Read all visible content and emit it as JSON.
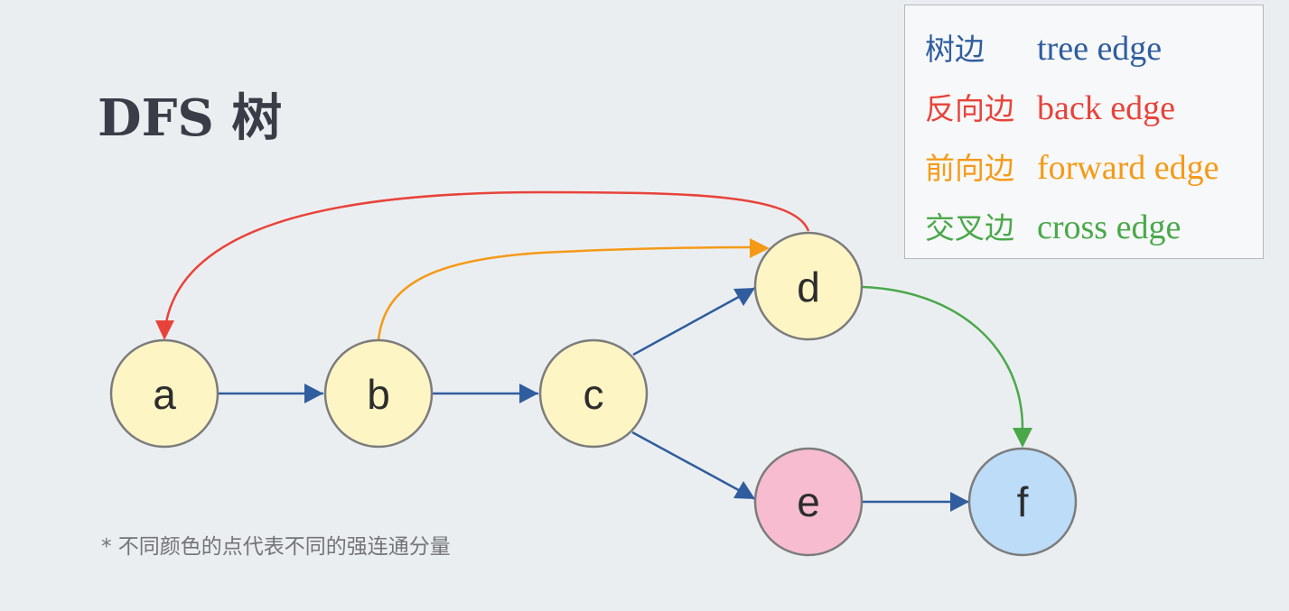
{
  "title": "DFS 树",
  "legend": [
    {
      "zh": "树边",
      "en": "tree edge",
      "color": "#2f5d9e"
    },
    {
      "zh": "反向边",
      "en": "back edge",
      "color": "#e8433a"
    },
    {
      "zh": "前向边",
      "en": "forward edge",
      "color": "#f59a16"
    },
    {
      "zh": "交叉边",
      "en": "cross edge",
      "color": "#4aa84a"
    }
  ],
  "footnote": "* 不同颜色的点代表不同的强连通分量",
  "nodes": [
    {
      "id": "a",
      "label": "a",
      "fill": "#fdf5c4"
    },
    {
      "id": "b",
      "label": "b",
      "fill": "#fdf5c4"
    },
    {
      "id": "c",
      "label": "c",
      "fill": "#fdf5c4"
    },
    {
      "id": "d",
      "label": "d",
      "fill": "#fdf5c4"
    },
    {
      "id": "e",
      "label": "e",
      "fill": "#f7bcd0"
    },
    {
      "id": "f",
      "label": "f",
      "fill": "#bcdcf8"
    }
  ],
  "edges": [
    {
      "from": "a",
      "to": "b",
      "kind": "tree"
    },
    {
      "from": "b",
      "to": "c",
      "kind": "tree"
    },
    {
      "from": "c",
      "to": "d",
      "kind": "tree"
    },
    {
      "from": "c",
      "to": "e",
      "kind": "tree"
    },
    {
      "from": "e",
      "to": "f",
      "kind": "tree"
    },
    {
      "from": "d",
      "to": "a",
      "kind": "back"
    },
    {
      "from": "b",
      "to": "d",
      "kind": "forward"
    },
    {
      "from": "d",
      "to": "f",
      "kind": "cross"
    }
  ],
  "colors": {
    "tree": "#2f5d9e",
    "back": "#e8433a",
    "forward": "#f59a16",
    "cross": "#4aa84a",
    "node_stroke": "#7c7c7c",
    "background": "#ebeef1"
  }
}
